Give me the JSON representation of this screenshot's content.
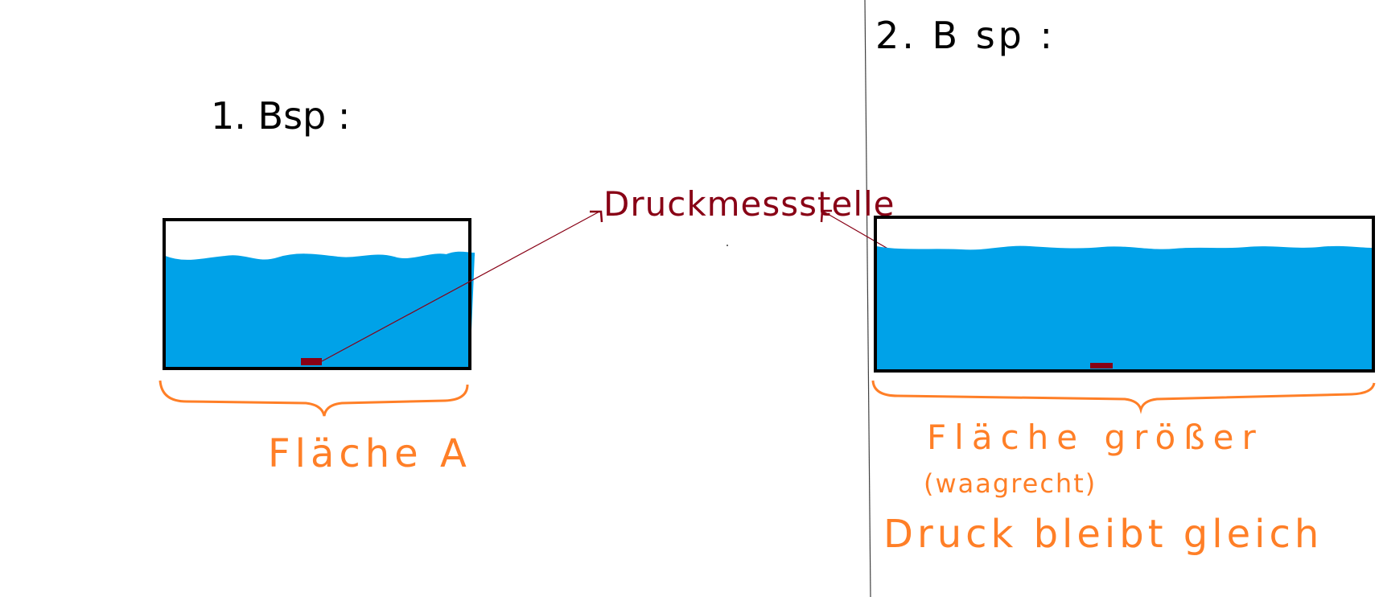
{
  "example1": {
    "heading": "1. Bsp :",
    "area_label": "Fläche A"
  },
  "example2": {
    "heading": "2. B sp :",
    "area_label": "Fläche größer",
    "area_note": "(waagrecht)",
    "conclusion": "Druck bleibt gleich"
  },
  "sensor_label": "Druckmessstelle",
  "colors": {
    "water": "#00a2e8",
    "tank_outline": "#000000",
    "sensor": "#880015",
    "annotation": "#ff7f27",
    "divider": "#404040",
    "background": "#ffffff"
  }
}
